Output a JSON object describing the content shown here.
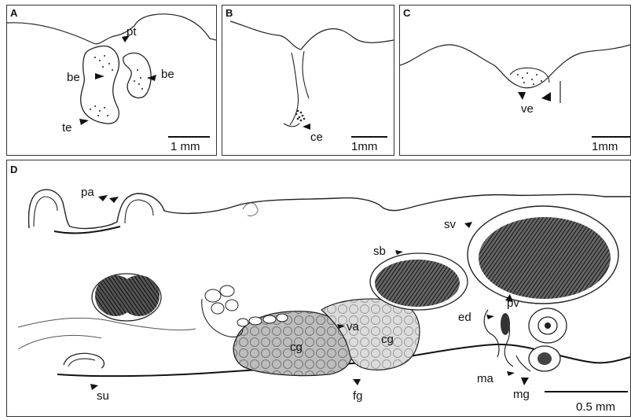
{
  "panels": [
    {
      "letter": "A",
      "labels": {
        "pt": "pt",
        "be_left": "be",
        "be_right": "be",
        "te": "te"
      },
      "scalebar": "1 mm"
    },
    {
      "letter": "B",
      "labels": {
        "ce": "ce"
      },
      "scalebar": "1mm"
    },
    {
      "letter": "C",
      "labels": {
        "ve": "ve"
      },
      "scalebar": "1mm"
    },
    {
      "letter": "D",
      "labels": {
        "pa": "pa",
        "sv": "sv",
        "sb": "sb",
        "pv": "pv",
        "ed": "ed",
        "va": "va",
        "cg_left": "cg",
        "cg_right": "cg",
        "su": "su",
        "fg": "fg",
        "ma": "ma",
        "mg": "mg"
      },
      "scalebar": "0.5 mm"
    }
  ]
}
